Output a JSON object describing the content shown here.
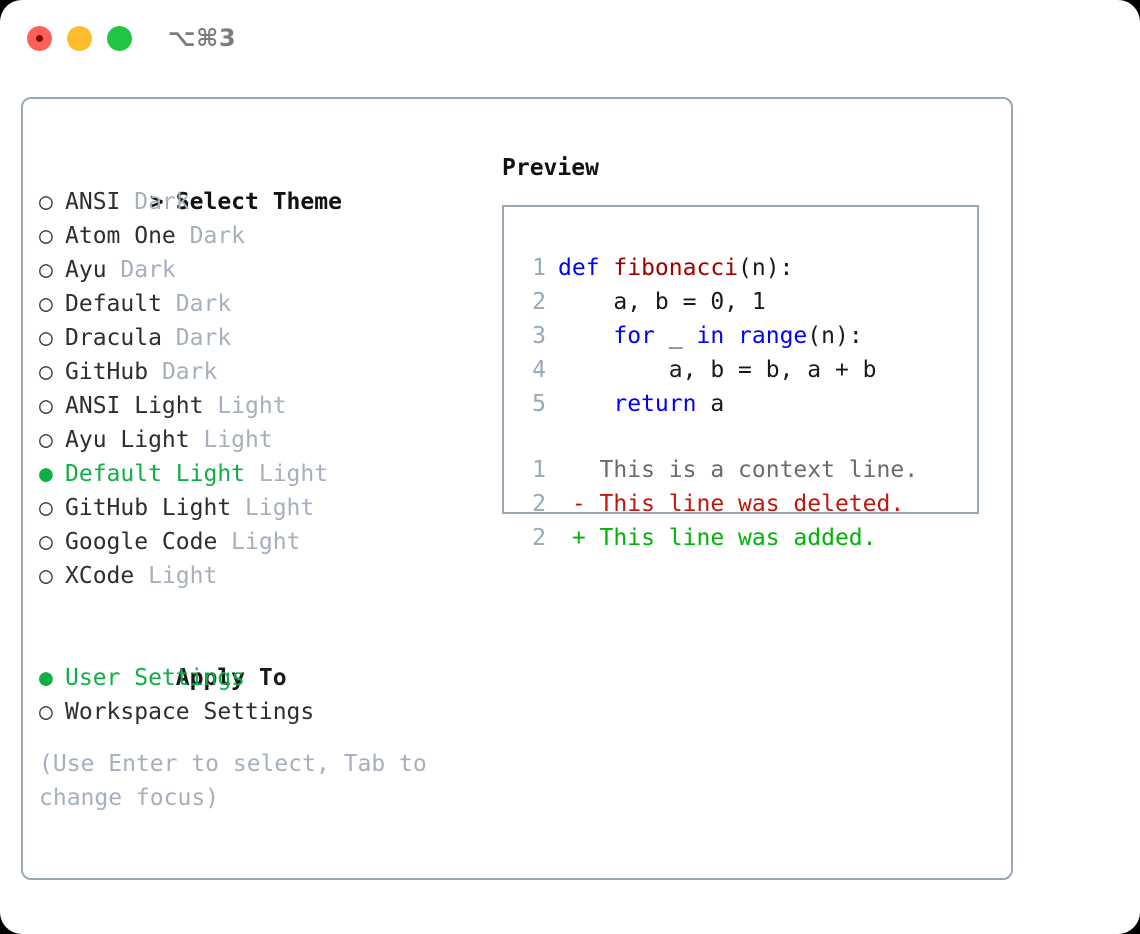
{
  "window": {
    "shortcut_label": "⌥⌘3",
    "traffic_lights": [
      {
        "name": "close",
        "color": "#ff6159"
      },
      {
        "name": "minimize",
        "color": "#ffbd2e"
      },
      {
        "name": "maximize",
        "color": "#21c645"
      }
    ],
    "accent_green": "#0faf45",
    "border_color": "#9aa7b5"
  },
  "theme_picker": {
    "header_prompt": ">",
    "header_label": "Select Theme",
    "bullet_selected": "●",
    "bullet_unselected": "○",
    "items": [
      {
        "name": "ANSI",
        "kind": "Dark",
        "selected": false
      },
      {
        "name": "Atom One",
        "kind": "Dark",
        "selected": false
      },
      {
        "name": "Ayu",
        "kind": "Dark",
        "selected": false
      },
      {
        "name": "Default",
        "kind": "Dark",
        "selected": false
      },
      {
        "name": "Dracula",
        "kind": "Dark",
        "selected": false
      },
      {
        "name": "GitHub",
        "kind": "Dark",
        "selected": false
      },
      {
        "name": "ANSI Light",
        "kind": "Light",
        "selected": false
      },
      {
        "name": "Ayu Light",
        "kind": "Light",
        "selected": false
      },
      {
        "name": "Default Light",
        "kind": "Light",
        "selected": true
      },
      {
        "name": "GitHub Light",
        "kind": "Light",
        "selected": false
      },
      {
        "name": "Google Code",
        "kind": "Light",
        "selected": false
      },
      {
        "name": "XCode",
        "kind": "Light",
        "selected": false
      }
    ]
  },
  "apply_to": {
    "section_label": "Apply To",
    "options": [
      {
        "name": "User Settings",
        "selected": true
      },
      {
        "name": "Workspace Settings",
        "selected": false
      }
    ]
  },
  "hint": {
    "line1": "(Use Enter to select, Tab to",
    "line2": "change focus)"
  },
  "preview": {
    "title": "Preview",
    "code_lines": [
      {
        "no": "1",
        "tokens": [
          {
            "t": "def ",
            "c": "kw"
          },
          {
            "t": "fibonacci",
            "c": "fn"
          },
          {
            "t": "(n):",
            "c": "plain"
          }
        ]
      },
      {
        "no": "2",
        "tokens": [
          {
            "t": "    a, b = 0, 1",
            "c": "plain"
          }
        ]
      },
      {
        "no": "3",
        "tokens": [
          {
            "t": "    ",
            "c": "plain"
          },
          {
            "t": "for",
            "c": "kw"
          },
          {
            "t": " _ ",
            "c": "plain"
          },
          {
            "t": "in",
            "c": "kw"
          },
          {
            "t": " ",
            "c": "plain"
          },
          {
            "t": "range",
            "c": "kw"
          },
          {
            "t": "(n):",
            "c": "plain"
          }
        ]
      },
      {
        "no": "4",
        "tokens": [
          {
            "t": "        a, b = b, a + b",
            "c": "plain"
          }
        ]
      },
      {
        "no": "5",
        "tokens": [
          {
            "t": "    ",
            "c": "plain"
          },
          {
            "t": "return",
            "c": "kw"
          },
          {
            "t": " a",
            "c": "plain"
          }
        ]
      }
    ],
    "diff_lines": [
      {
        "no": "1",
        "marker": " ",
        "text": " This is a context line.",
        "c": "ctx"
      },
      {
        "no": "2",
        "marker": "-",
        "text": " This line was deleted.",
        "c": "del"
      },
      {
        "no": "2",
        "marker": "+",
        "text": " This line was added.",
        "c": "add"
      }
    ]
  }
}
